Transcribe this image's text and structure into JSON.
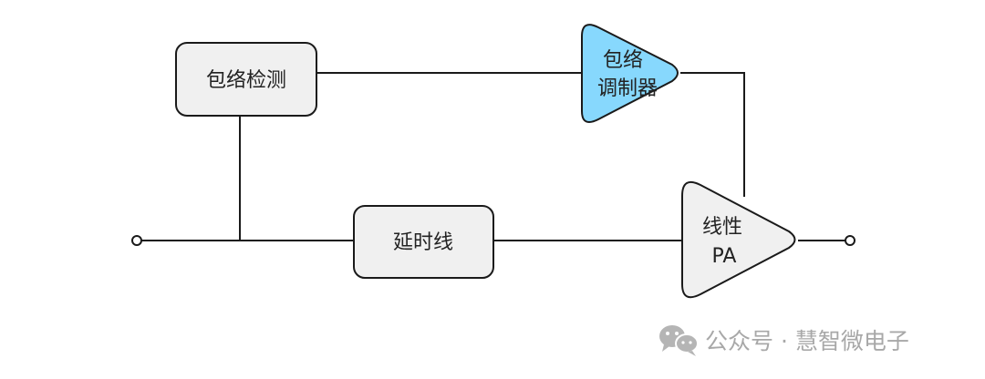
{
  "diagram": {
    "blocks": {
      "envelope_detector": "包络检测",
      "delay_line": "延时线",
      "envelope_modulator_line1": "包络",
      "envelope_modulator_line2": "调制器",
      "linear_pa_line1": "线性",
      "linear_pa_line2": "PA"
    },
    "colors": {
      "modulator_fill": "#87d8fd",
      "block_fill": "#f0f0f0",
      "stroke": "#1a1a1a"
    }
  },
  "watermark": {
    "icon": "wechat-icon",
    "text": "公众号 · 慧智微电子"
  }
}
